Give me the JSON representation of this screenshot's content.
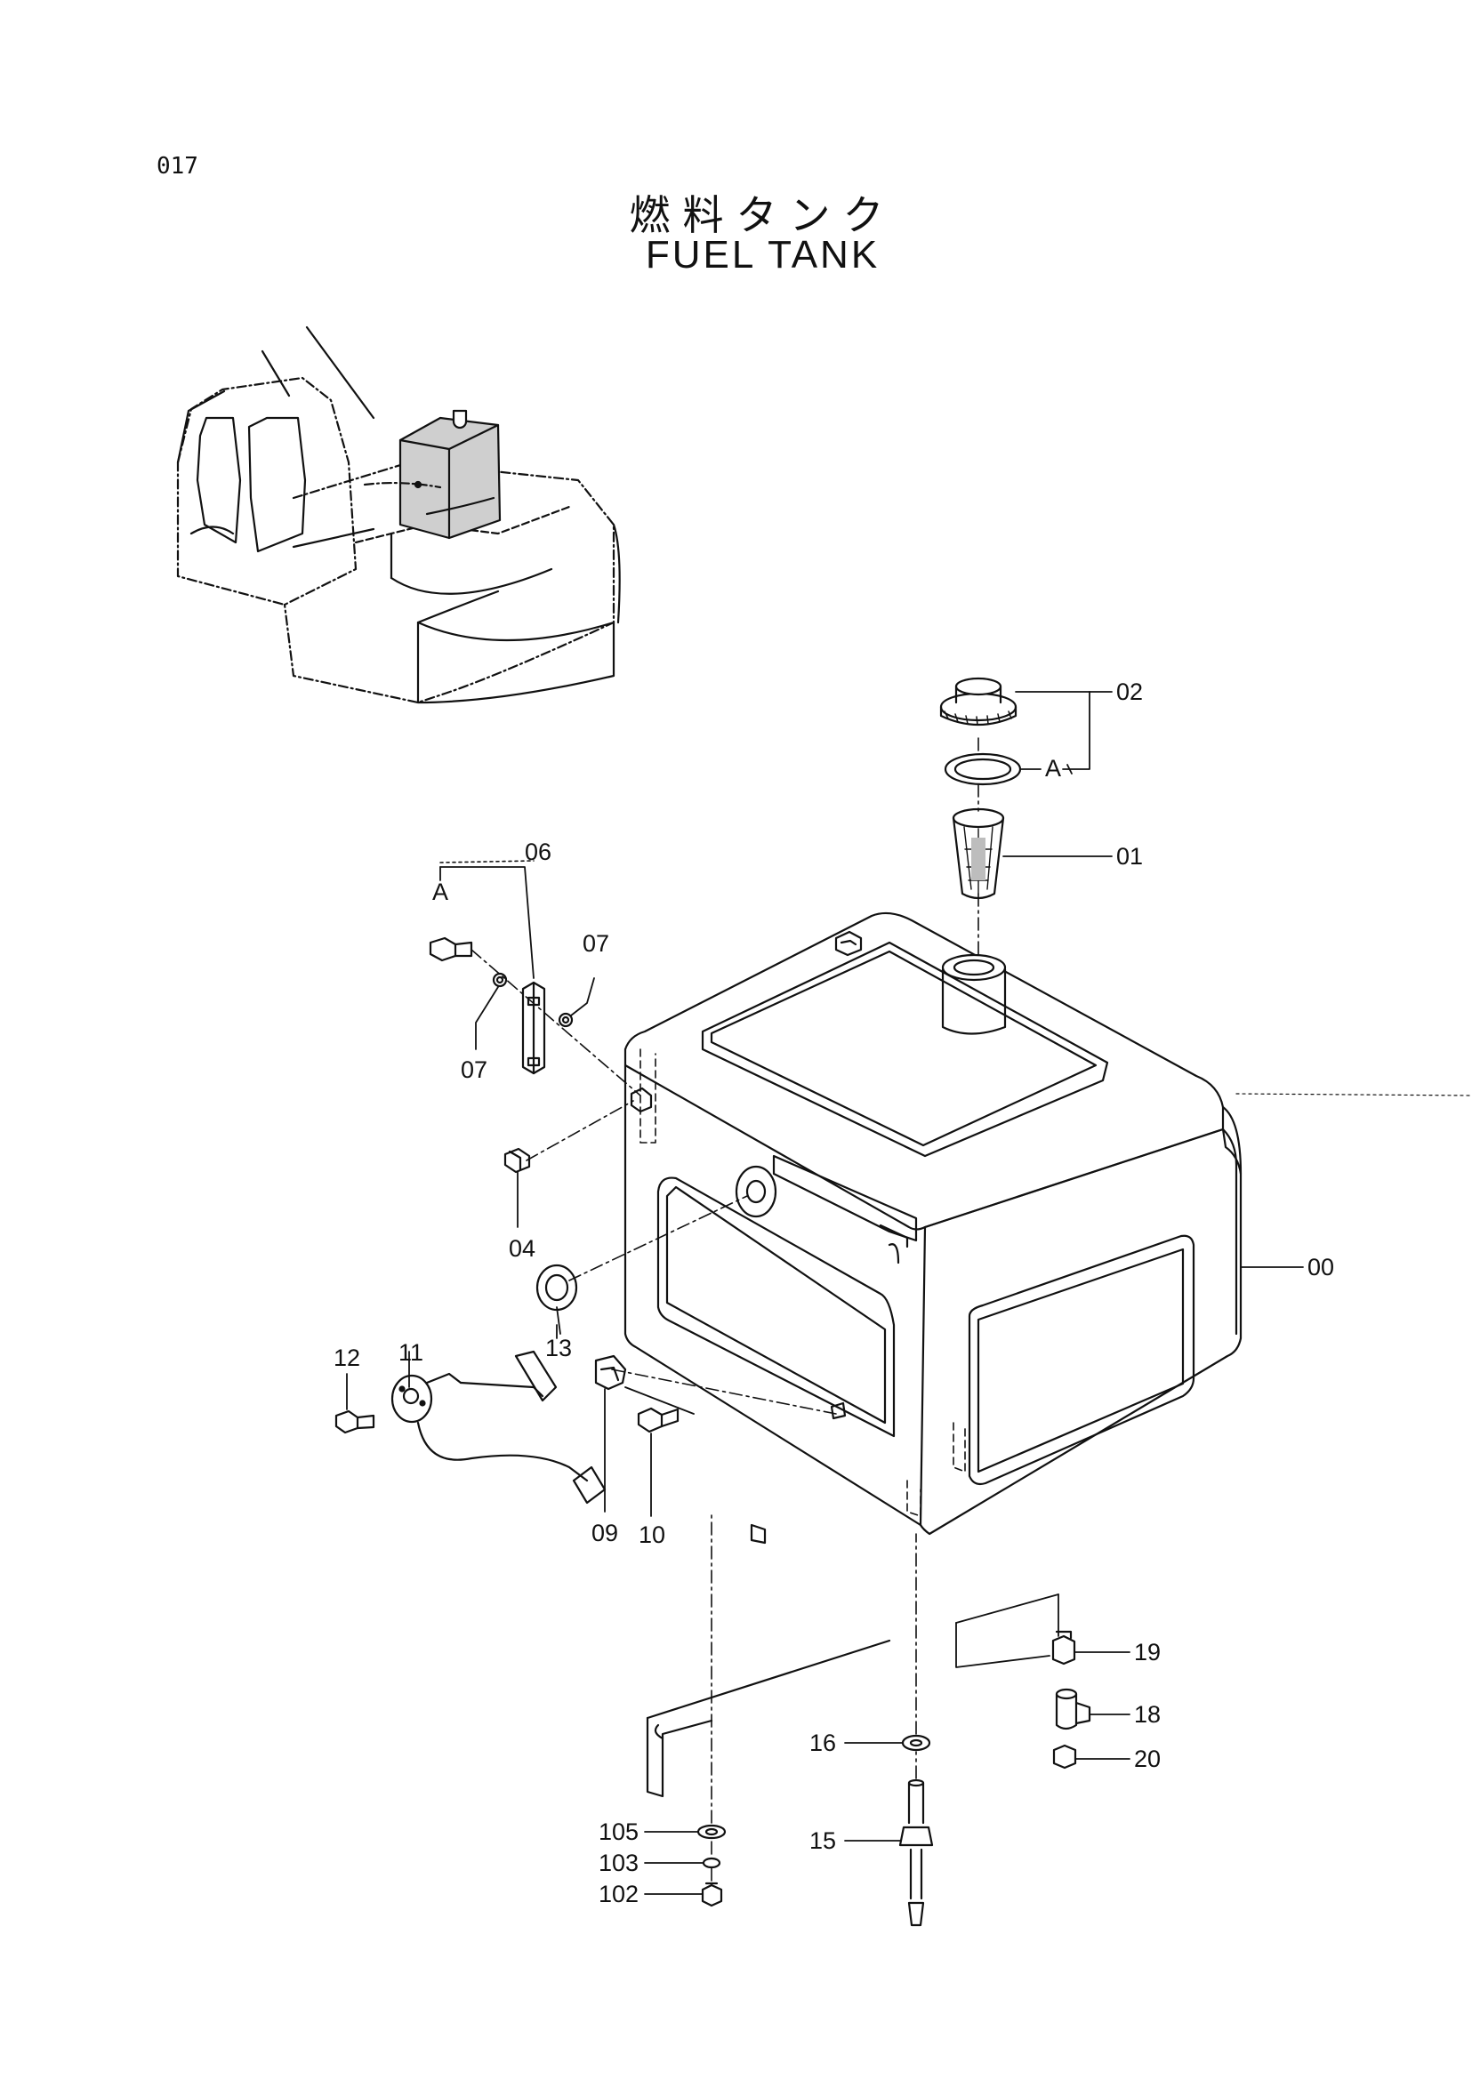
{
  "page_number": "017",
  "title_jp": "燃料タンク",
  "title_en": "FUEL TANK",
  "parts": [
    {
      "id": "00",
      "name": "fuel-tank"
    },
    {
      "id": "01",
      "name": "strainer"
    },
    {
      "id": "02",
      "name": "filler-cap"
    },
    {
      "id": "A",
      "name": "cap-kit-marker"
    },
    {
      "id": "06",
      "name": "level-gauge"
    },
    {
      "id": "07",
      "name": "gasket"
    },
    {
      "id": "04",
      "name": "plug"
    },
    {
      "id": "13",
      "name": "gasket-ring"
    },
    {
      "id": "11",
      "name": "fuel-sensor"
    },
    {
      "id": "12",
      "name": "bolt"
    },
    {
      "id": "09",
      "name": "bracket"
    },
    {
      "id": "10",
      "name": "bolt"
    },
    {
      "id": "19",
      "name": "fitting"
    },
    {
      "id": "18",
      "name": "valve"
    },
    {
      "id": "20",
      "name": "plug"
    },
    {
      "id": "16",
      "name": "seal-washer"
    },
    {
      "id": "15",
      "name": "drain-valve"
    },
    {
      "id": "105",
      "name": "washer"
    },
    {
      "id": "103",
      "name": "spring-washer"
    },
    {
      "id": "102",
      "name": "bolt"
    }
  ]
}
